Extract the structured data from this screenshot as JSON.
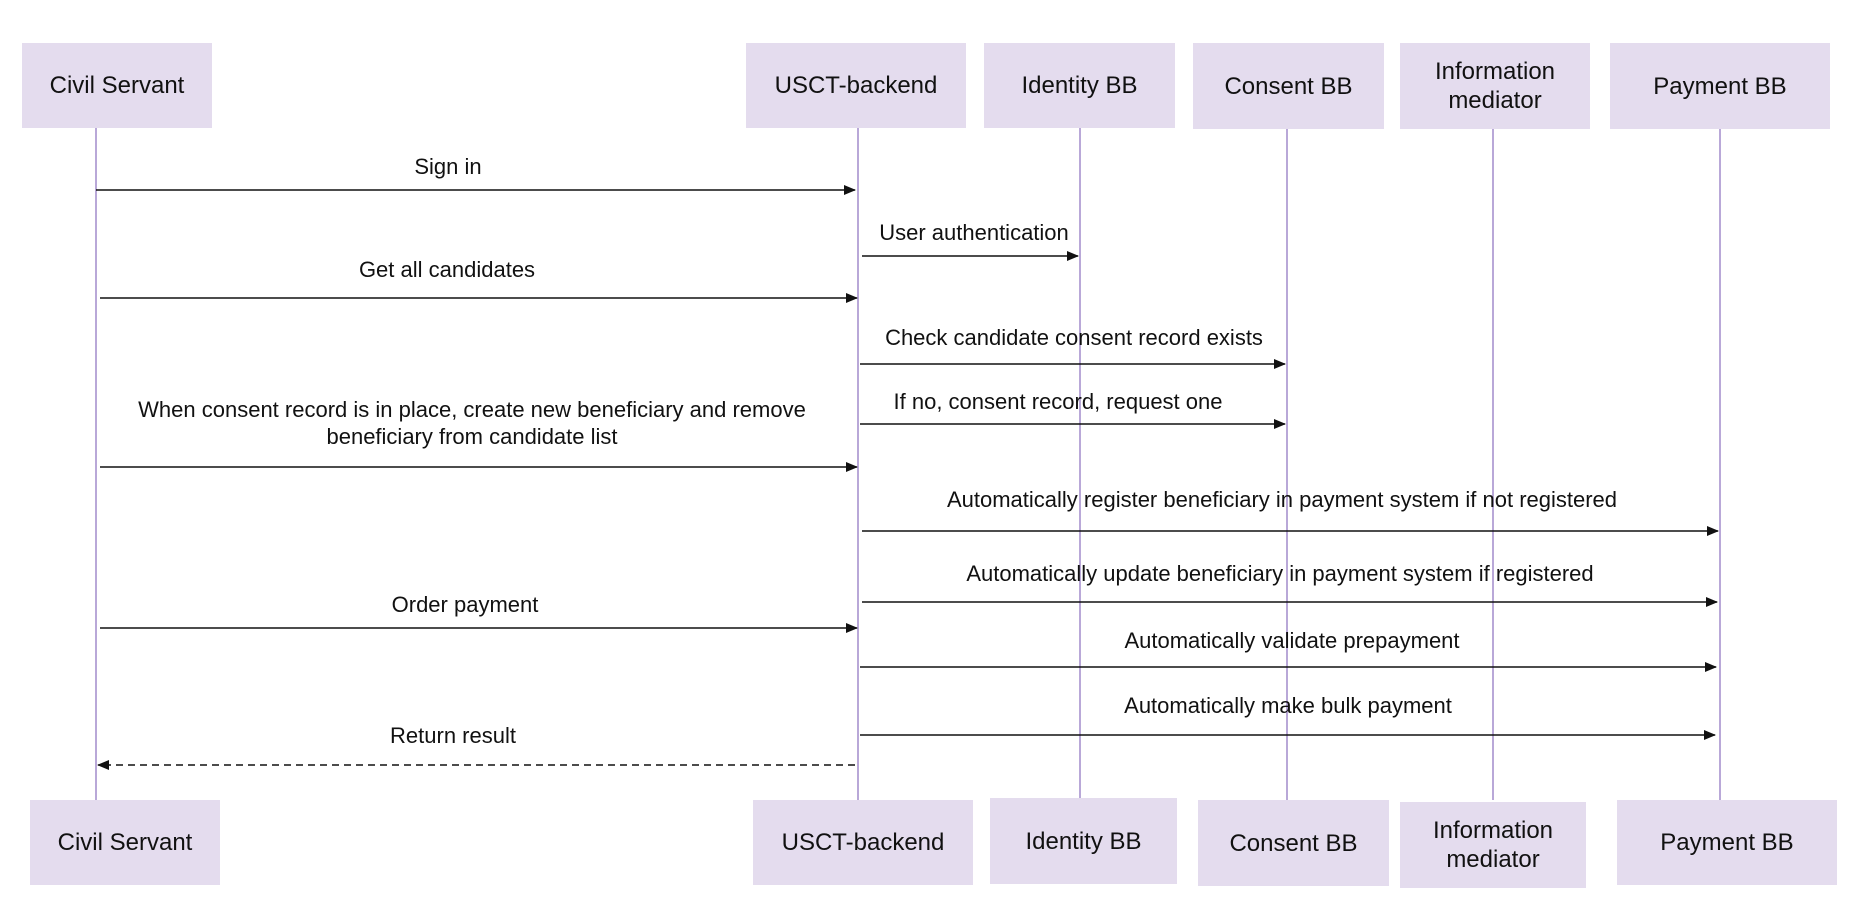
{
  "participants": [
    {
      "id": "civil-servant",
      "label": "Civil Servant"
    },
    {
      "id": "usct-backend",
      "label": "USCT-backend"
    },
    {
      "id": "identity-bb",
      "label": "Identity BB"
    },
    {
      "id": "consent-bb",
      "label": "Consent BB"
    },
    {
      "id": "information-mediator",
      "label_line1": "Information",
      "label_line2": "mediator"
    },
    {
      "id": "payment-bb",
      "label": "Payment BB"
    }
  ],
  "messages": [
    {
      "id": "sign-in",
      "from": "Civil Servant",
      "to": "USCT-backend",
      "style": "solid",
      "label": "Sign in"
    },
    {
      "id": "user-auth",
      "from": "USCT-backend",
      "to": "Identity BB",
      "style": "solid",
      "label": "User authentication"
    },
    {
      "id": "get-candidates",
      "from": "Civil Servant",
      "to": "USCT-backend",
      "style": "solid",
      "label": "Get all candidates"
    },
    {
      "id": "check-consent",
      "from": "USCT-backend",
      "to": "Consent BB",
      "style": "solid",
      "label": "Check candidate consent record exists"
    },
    {
      "id": "request-consent",
      "from": "USCT-backend",
      "to": "Consent BB",
      "style": "solid",
      "label": "If no, consent record, request one"
    },
    {
      "id": "create-beneficiary",
      "from": "Civil Servant",
      "to": "USCT-backend",
      "style": "solid",
      "label_line1": "When consent record is in place, create new beneficiary and remove",
      "label_line2": "beneficiary from candidate list"
    },
    {
      "id": "register-beneficiary",
      "from": "USCT-backend",
      "to": "Payment BB",
      "style": "solid",
      "label": "Automatically register beneficiary in payment system if not registered"
    },
    {
      "id": "update-beneficiary",
      "from": "USCT-backend",
      "to": "Payment BB",
      "style": "solid",
      "label": "Automatically update beneficiary in payment system if registered"
    },
    {
      "id": "order-payment",
      "from": "Civil Servant",
      "to": "USCT-backend",
      "style": "solid",
      "label": "Order payment"
    },
    {
      "id": "validate-prepayment",
      "from": "USCT-backend",
      "to": "Payment BB",
      "style": "solid",
      "label": "Automatically validate prepayment"
    },
    {
      "id": "bulk-payment",
      "from": "USCT-backend",
      "to": "Payment BB",
      "style": "solid",
      "label": "Automatically make bulk payment"
    },
    {
      "id": "return-result",
      "from": "USCT-backend",
      "to": "Civil Servant",
      "style": "dashed",
      "label": "Return result"
    }
  ],
  "colors": {
    "actor_fill": "#e4dcee",
    "lifeline": "#b9a8d8",
    "arrow": "#111111"
  }
}
